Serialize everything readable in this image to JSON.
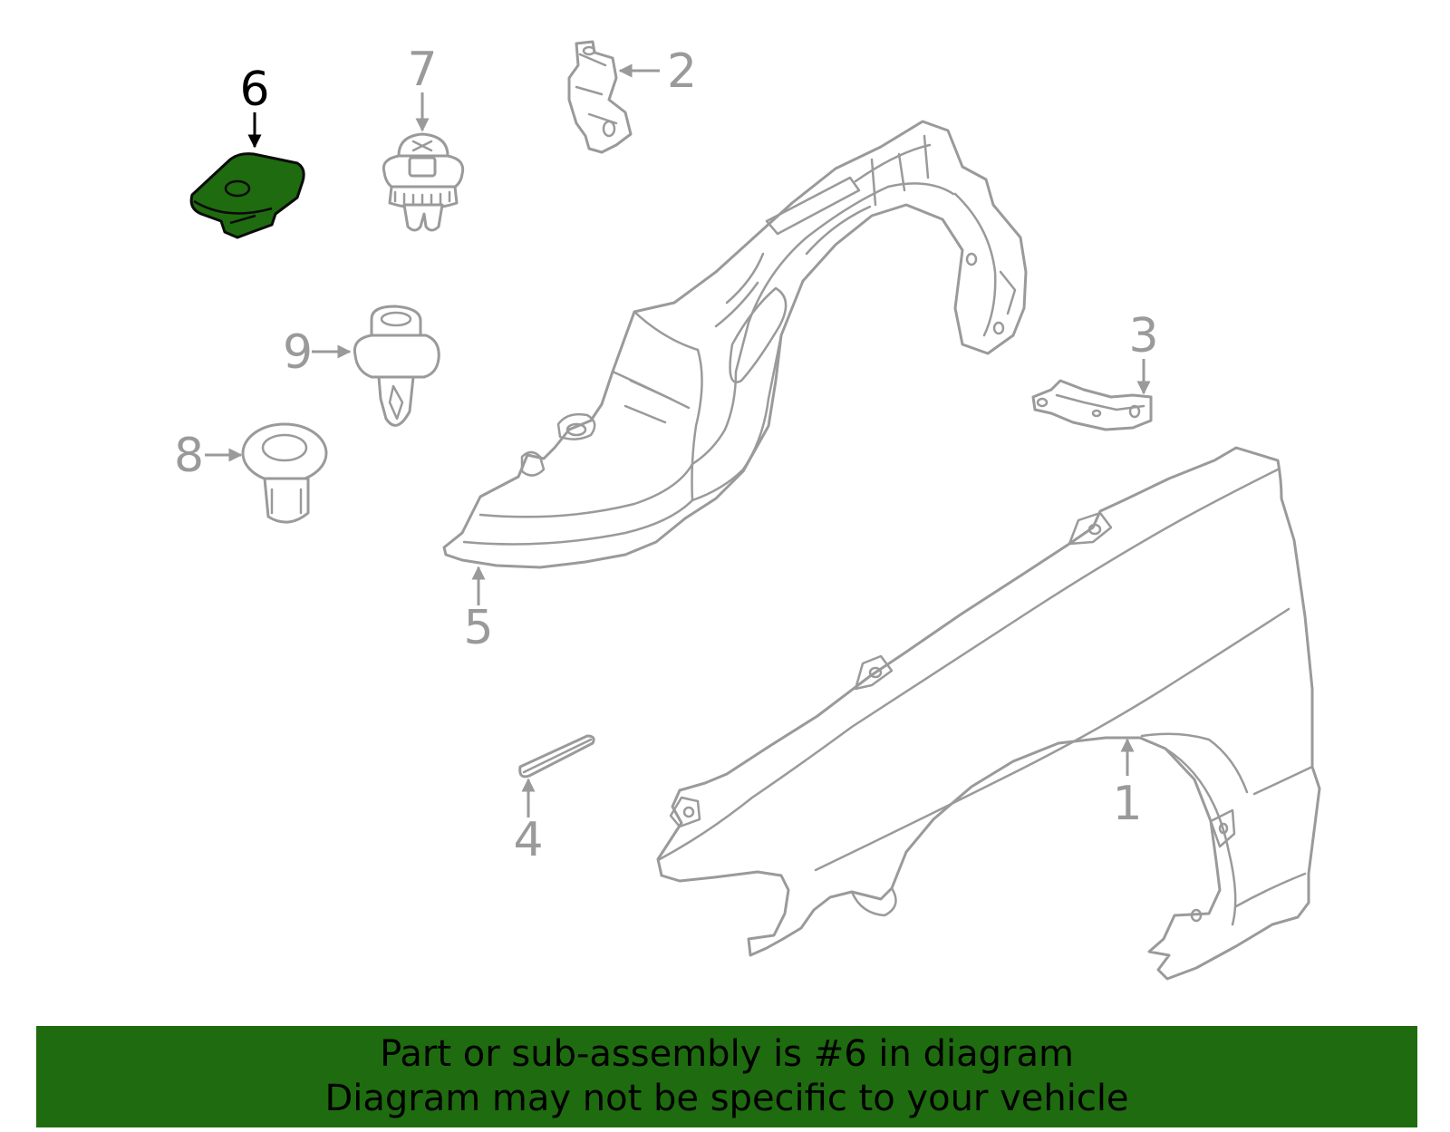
{
  "diagram": {
    "highlighted_part": "6",
    "callouts": [
      {
        "id": "1",
        "label": "1"
      },
      {
        "id": "2",
        "label": "2"
      },
      {
        "id": "3",
        "label": "3"
      },
      {
        "id": "4",
        "label": "4"
      },
      {
        "id": "5",
        "label": "5"
      },
      {
        "id": "6",
        "label": "6"
      },
      {
        "id": "7",
        "label": "7"
      },
      {
        "id": "8",
        "label": "8"
      },
      {
        "id": "9",
        "label": "9"
      }
    ],
    "colors": {
      "highlight": "#1f6b0f",
      "part_line": "#9a9a9a",
      "highlight_outline": "#000000"
    }
  },
  "banner": {
    "line1": "Part or sub-assembly is #6 in diagram",
    "line2": "Diagram may not be specific to your vehicle"
  }
}
